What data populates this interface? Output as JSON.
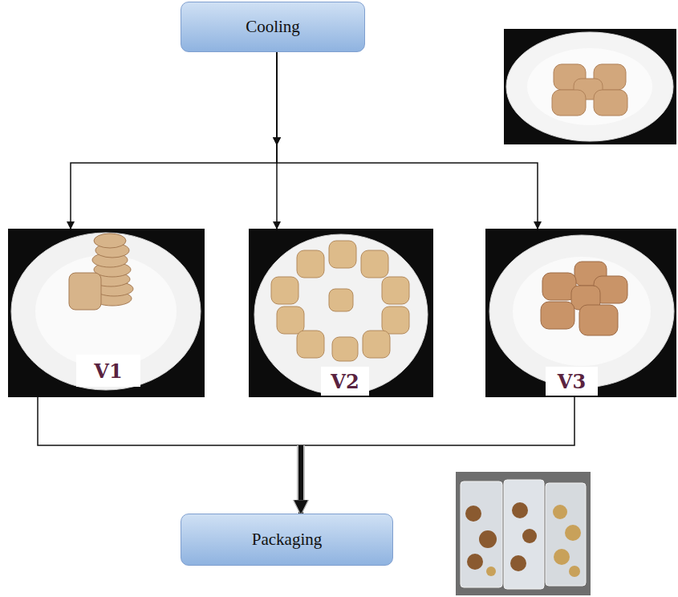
{
  "diagram": {
    "nodes": [
      {
        "text": [
          "Cooling"
        ]
      },
      {
        "text": [
          "V1"
        ]
      },
      {
        "text": [
          "V2"
        ]
      },
      {
        "text": [
          "V3"
        ]
      },
      {
        "text": [
          "Packaging"
        ]
      }
    ],
    "edges": [
      {
        "from": 0,
        "to": 1,
        "arrow": "to"
      },
      {
        "from": 0,
        "to": 2,
        "arrow": "to"
      },
      {
        "from": 0,
        "to": 3,
        "arrow": "to"
      },
      {
        "from": 1,
        "to": 4,
        "arrow": "to"
      },
      {
        "from": 3,
        "to": 4,
        "arrow": "to"
      }
    ]
  }
}
